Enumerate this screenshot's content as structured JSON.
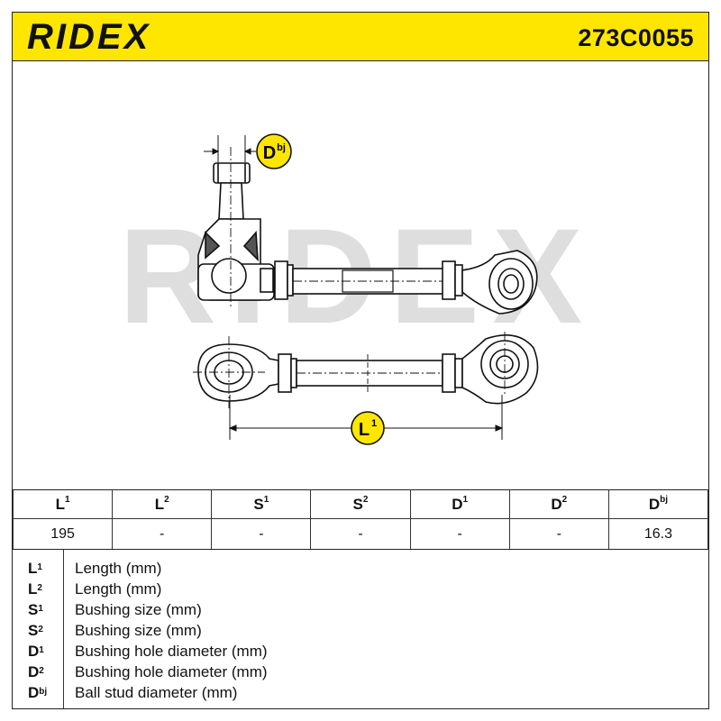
{
  "header": {
    "brand": "RIDEX",
    "part_number": "273C0055"
  },
  "drawing": {
    "watermark": "RIDEX",
    "dim_ball_stud": {
      "base": "D",
      "sup": "bj"
    },
    "dim_length": {
      "base": "L",
      "sup": "1"
    }
  },
  "specs": {
    "headers": [
      {
        "base": "L",
        "sup": "1"
      },
      {
        "base": "L",
        "sup": "2"
      },
      {
        "base": "S",
        "sup": "1"
      },
      {
        "base": "S",
        "sup": "2"
      },
      {
        "base": "D",
        "sup": "1"
      },
      {
        "base": "D",
        "sup": "2"
      },
      {
        "base": "D",
        "sup": "bj"
      }
    ],
    "values": [
      "195",
      "-",
      "-",
      "-",
      "-",
      "-",
      "16.3"
    ]
  },
  "legend": [
    {
      "base": "L",
      "sup": "1",
      "desc": "Length (mm)"
    },
    {
      "base": "L",
      "sup": "2",
      "desc": "Length (mm)"
    },
    {
      "base": "S",
      "sup": "1",
      "desc": "Bushing size (mm)"
    },
    {
      "base": "S",
      "sup": "2",
      "desc": "Bushing size (mm)"
    },
    {
      "base": "D",
      "sup": "1",
      "desc": "Bushing hole diameter (mm)"
    },
    {
      "base": "D",
      "sup": "2",
      "desc": "Bushing hole diameter (mm)"
    },
    {
      "base": "D",
      "sup": "bj",
      "desc": "Ball stud diameter (mm)"
    }
  ],
  "colors": {
    "header_bg": "#ffe600",
    "badge_bg": "#ffe600",
    "watermark": "#dedede"
  }
}
